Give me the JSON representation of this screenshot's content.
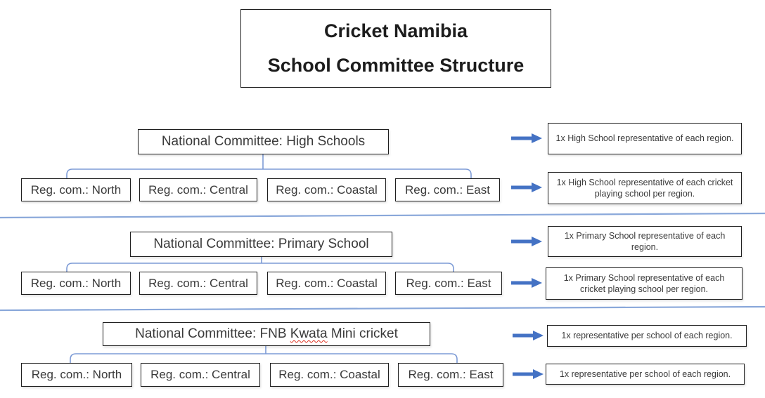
{
  "title": {
    "line1": "Cricket Namibia",
    "line2": "School Committee Structure"
  },
  "sections": [
    {
      "national": "National Committee: High Schools",
      "regions": [
        "Reg. com.: North",
        "Reg. com.: Central",
        "Reg. com.: Coastal",
        "Reg. com.: East"
      ],
      "notes": [
        "1x High School representative of each region.",
        "1x High School representative of each cricket playing school per region."
      ]
    },
    {
      "national": "National Committee: Primary School",
      "regions": [
        "Reg. com.: North",
        "Reg. com.: Central",
        "Reg. com.: Coastal",
        "Reg. com.: East"
      ],
      "notes": [
        "1x Primary School representative of each region.",
        "1x Primary School representative of each cricket playing school per region."
      ]
    },
    {
      "national_prefix": "National Committee: FNB ",
      "national_misspelled": "Kwata",
      "national_suffix": " Mini cricket",
      "regions": [
        "Reg. com.: North",
        "Reg. com.: Central",
        "Reg. com.: Coastal",
        "Reg. com.: East"
      ],
      "notes": [
        "1x representative per school of each region.",
        "1x representative per school of each region."
      ]
    }
  ],
  "colors": {
    "arrow_blue": "#4472C4",
    "connector_blue": "#7d9bd6",
    "separator_blue": "#8aa8da",
    "box_border": "#1f1f1f",
    "text": "#3a3a3a",
    "misspell_underline": "#e0301e"
  }
}
